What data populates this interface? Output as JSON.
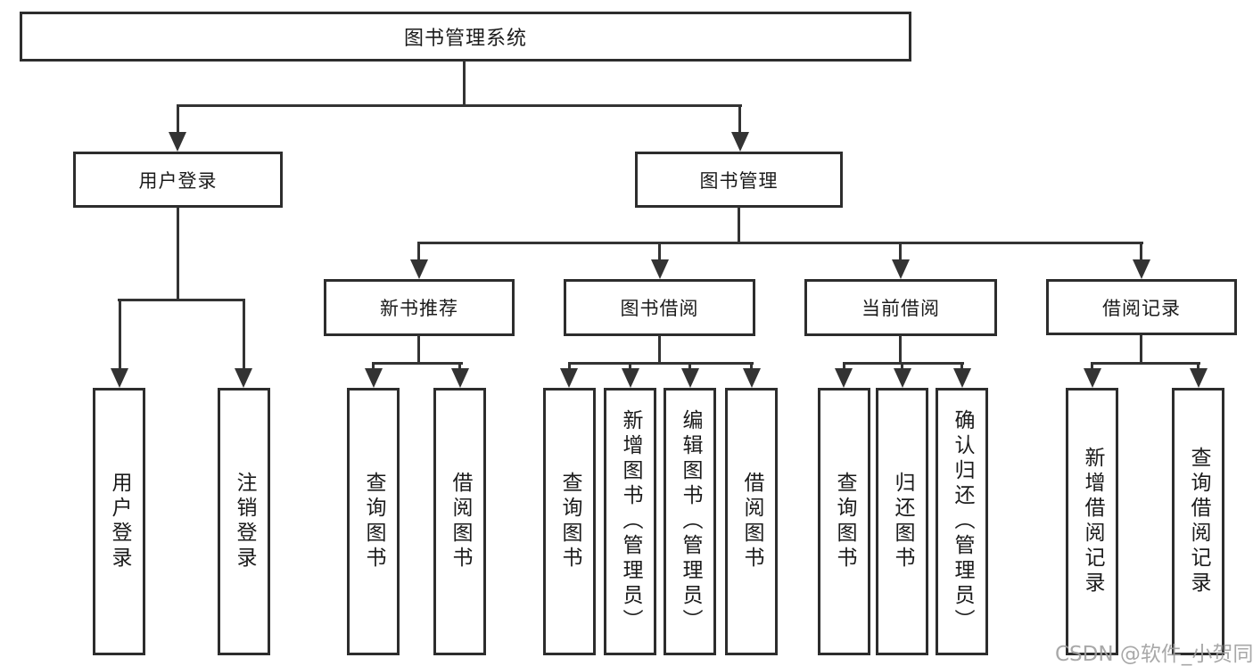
{
  "diagram": {
    "title": "图书管理系统",
    "root": {
      "label": "图书管理系统"
    },
    "level2": [
      {
        "label": "用户登录"
      },
      {
        "label": "图书管理"
      }
    ],
    "level3": [
      {
        "label": "新书推荐"
      },
      {
        "label": "图书借阅"
      },
      {
        "label": "当前借阅"
      },
      {
        "label": "借阅记录"
      }
    ],
    "leaves": {
      "login": [
        {
          "label": "用户登录"
        },
        {
          "label": "注销登录"
        }
      ],
      "newbook": [
        {
          "label": "查询图书"
        },
        {
          "label": "借阅图书"
        }
      ],
      "borrow": [
        {
          "label": "查询图书"
        },
        {
          "label": "新增图书（管理员）"
        },
        {
          "label": "编辑图书（管理员）"
        },
        {
          "label": "借阅图书"
        }
      ],
      "current": [
        {
          "label": "查询图书"
        },
        {
          "label": "归还图书"
        },
        {
          "label": "确认归还（管理员）"
        }
      ],
      "records": [
        {
          "label": "新增借阅记录"
        },
        {
          "label": "查询借阅记录"
        }
      ]
    }
  },
  "watermark": {
    "text": "CSDN @软件_小贺同学"
  },
  "colors": {
    "line": "#333333",
    "box_border": "#2d2d2d",
    "background": "#ffffff",
    "text": "#1b1b1b",
    "watermark": "#9e9e9e"
  }
}
